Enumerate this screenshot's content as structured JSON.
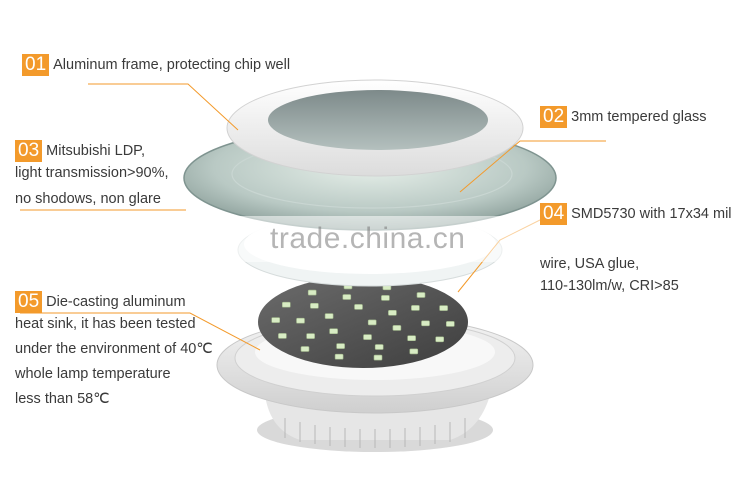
{
  "callouts": [
    {
      "num": "01",
      "lines": [
        "Aluminum frame, protecting chip well"
      ]
    },
    {
      "num": "02",
      "lines": [
        "3mm tempered glass"
      ]
    },
    {
      "num": "03",
      "lines": [
        "Mitsubishi LDP,",
        "light transmission>90%,",
        "no shodows, non glare"
      ]
    },
    {
      "num": "04",
      "lines": [
        "SMD5730 with 17x34 mil",
        "wire, USA glue,",
        "110-130lm/w, CRI>85"
      ]
    },
    {
      "num": "05",
      "lines": [
        "Die-casting aluminum",
        "heat sink, it has been tested",
        "under the environment of 40℃",
        "whole lamp temperature",
        "less than 58℃"
      ]
    }
  ],
  "watermark": "trade.china.cn",
  "colors": {
    "accent": "#f39a2b",
    "text": "#3a3a3a",
    "led": "#d8ecc4"
  }
}
